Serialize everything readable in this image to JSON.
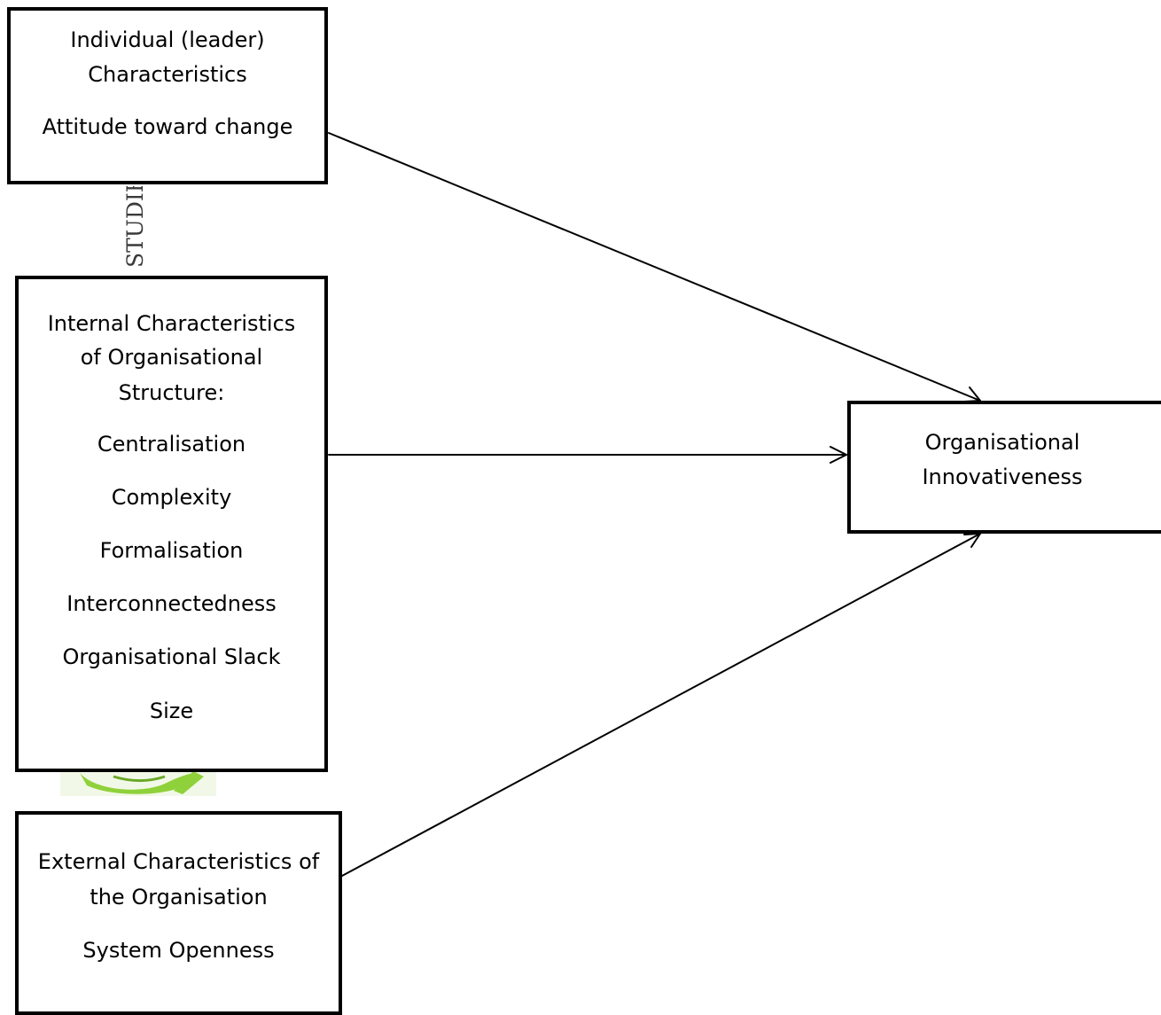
{
  "individual": {
    "line1": "Individual (leader)",
    "line2": "Characteristics",
    "item": "Attitude toward change"
  },
  "internal": {
    "line1": "Internal Characteristics",
    "line2": "of Organisational",
    "line3": "Structure:",
    "items": [
      "Centralisation",
      "Complexity",
      "Formalisation",
      "Interconnectedness",
      "Organisational Slack",
      "Size"
    ]
  },
  "external": {
    "line1": "External Characteristics of",
    "line2": "the Organisation",
    "item": "System Openness"
  },
  "outcome": {
    "line1": "Organisational",
    "line2": "Innovativeness"
  },
  "watermark": {
    "text": "STUDIE"
  },
  "colors": {
    "border": "#000000",
    "watermark_green": "#8fd13a"
  }
}
